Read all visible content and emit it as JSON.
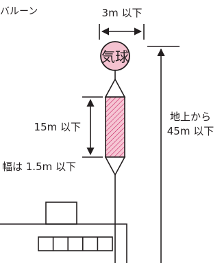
{
  "header_fragment": "バルーン",
  "diameter_limit": "3m 以下",
  "balloon_text": "気球",
  "banner_length_limit": "15m 以下",
  "banner_width_limit": "幅は 1.5m 以下",
  "height_limit": [
    "地上から",
    "45m 以下"
  ],
  "colors": {
    "balloon_fill": "#f4c2d0",
    "balloon_stroke": "#231f20",
    "banner_fill": "#f6c6d4",
    "banner_hatch": "#c2185b",
    "line": "#231f20",
    "text": "#231f20"
  }
}
